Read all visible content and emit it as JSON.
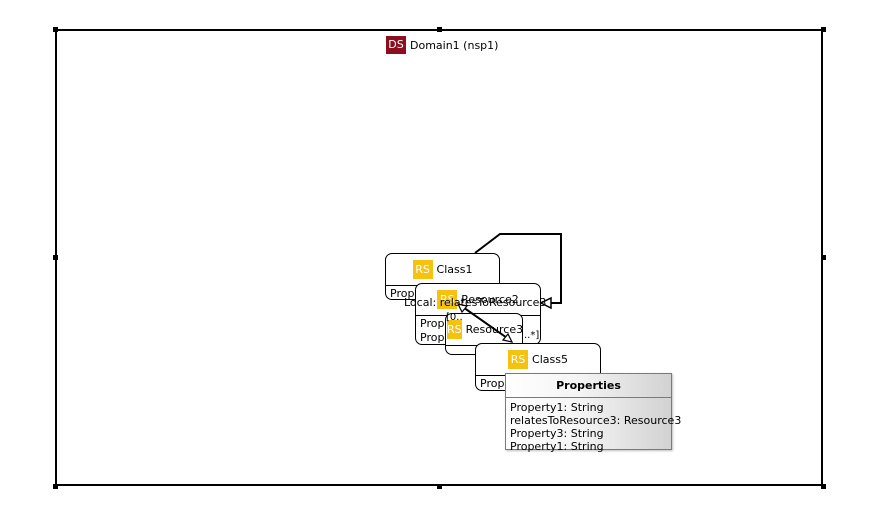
{
  "colors": {
    "ds_badge": "#8b0f1f",
    "rs_badge": "#f5c20f",
    "frame": "#000000",
    "tooltip_border": "#7a7a7a"
  },
  "domain": {
    "badge": "DS",
    "title": "Domain1 (nsp1)"
  },
  "nodes": {
    "class1": {
      "badge": "RS",
      "name": "Class1",
      "row": "Property"
    },
    "resource2": {
      "badge": "RS",
      "name": "Resource2",
      "row1": "Prop",
      "row2": "Prop"
    },
    "resource3": {
      "badge": "RS",
      "name": "Resource3"
    },
    "class5": {
      "badge": "RS",
      "name": "Class5",
      "row": "Prop"
    }
  },
  "edge_labels": {
    "local_relation": "Local: relatesToResource3",
    "mult_start": "[0..",
    "mult_end": "..*]"
  },
  "tooltip": {
    "title": "Properties",
    "rows": [
      "Property1: String",
      "relatesToResource3: Resource3",
      "Property3: String",
      "Property1: String"
    ]
  }
}
